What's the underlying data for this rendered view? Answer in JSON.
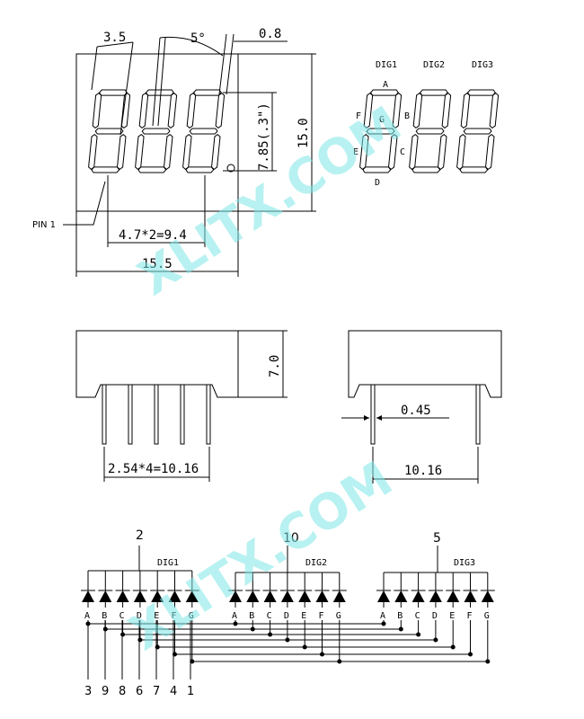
{
  "top_view": {
    "dim_digit_pitch": "3.5",
    "dim_slant": "5°",
    "dim_dp": "0.8",
    "dim_char_height": "7.85(.3\")",
    "dim_height": "15.0",
    "dim_pin_span": "4.7*2=9.4",
    "dim_width": "15.5",
    "pin1_label": "PIN 1"
  },
  "digit_labels": [
    "DIG1",
    "DIG2",
    "DIG3"
  ],
  "segment_letters": {
    "a": "A",
    "b": "B",
    "c": "C",
    "d": "D",
    "e": "E",
    "f": "F",
    "g": "G"
  },
  "side_view": {
    "dim_body_height": "7.0",
    "dim_pin_pitch": "2.54*4=10.16",
    "dim_pin_dia": "0.45",
    "dim_row_span": "10.16"
  },
  "schematic": {
    "common_pins": [
      "2",
      "10",
      "5"
    ],
    "segment_labels": [
      "A",
      "B",
      "C",
      "D",
      "E",
      "F",
      "G"
    ],
    "pin_numbers": [
      "3",
      "9",
      "8",
      "6",
      "7",
      "4",
      "1"
    ]
  },
  "watermark": "XLITX.COM"
}
